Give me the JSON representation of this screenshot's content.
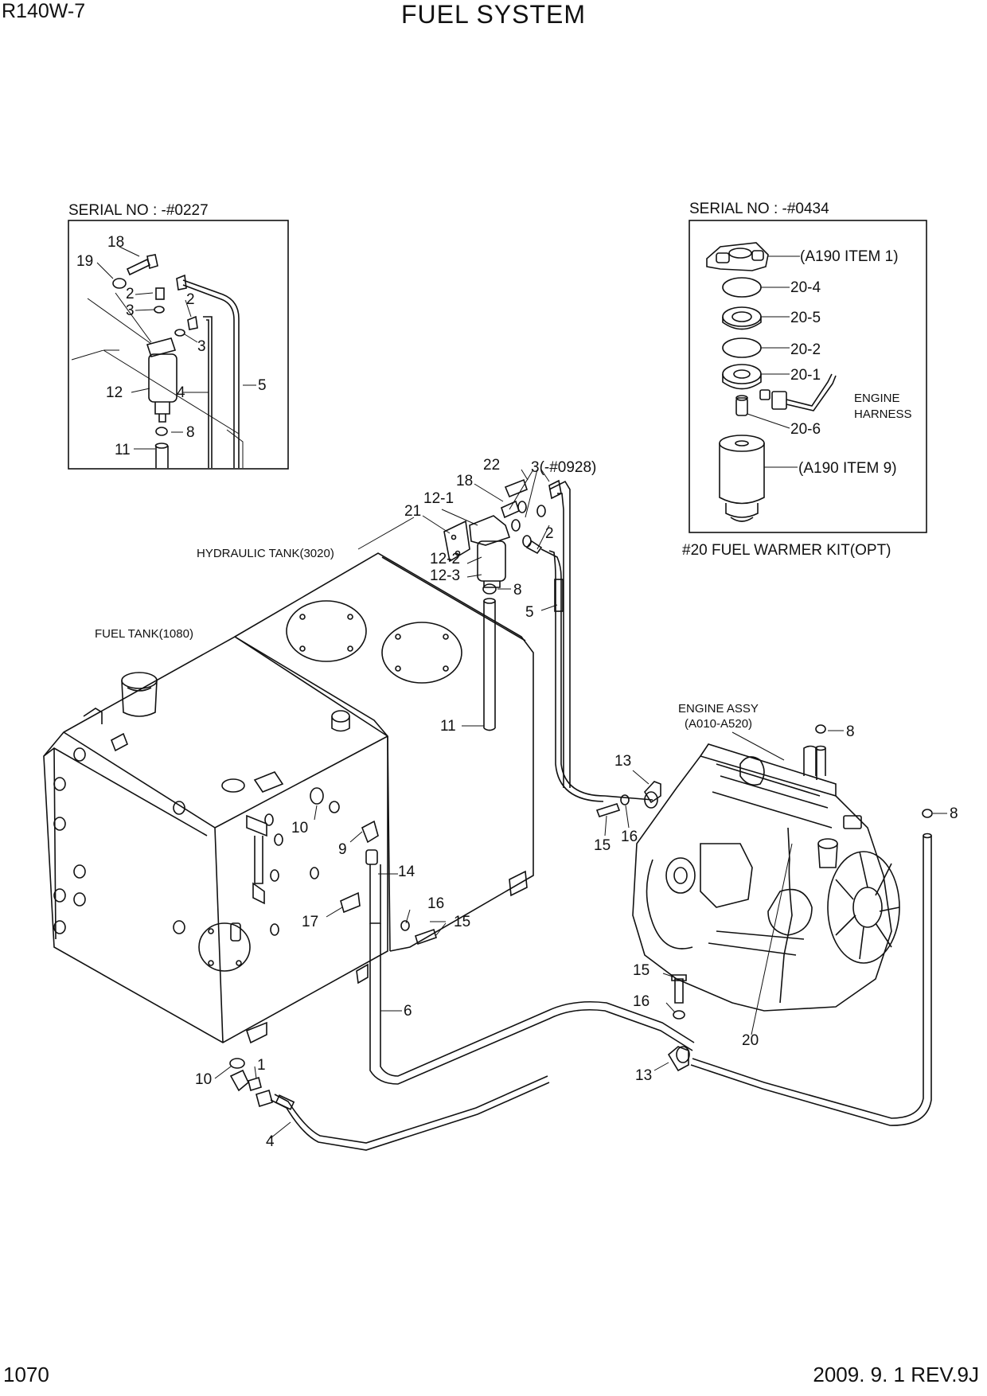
{
  "header": {
    "model": "R140W-7",
    "title": "FUEL SYSTEM"
  },
  "footer": {
    "page_number": "1070",
    "date_revision": "2009. 9. 1  REV.9J"
  },
  "insets": {
    "left": {
      "serial_caption": "SERIAL NO : -#0227"
    },
    "right": {
      "serial_caption": "SERIAL NO : -#0434",
      "kit_caption": "#20 FUEL WARMER KIT(OPT)",
      "engine_harness_1": "ENGINE",
      "engine_harness_2": "HARNESS"
    }
  },
  "components": {
    "hydraulic_tank": "HYDRAULIC TANK(3020)",
    "fuel_tank": "FUEL TANK(1080)",
    "engine_assy_1": "ENGINE ASSY",
    "engine_assy_2": "(A010-A520)"
  },
  "callouts": {
    "l18": "18",
    "l19": "19",
    "l2a": "2",
    "l2b": "2",
    "l3a": "3",
    "l3b": "3",
    "l12": "12",
    "l4": "4",
    "l5": "5",
    "l8": "8",
    "l11": "11",
    "r_a190_1": "(A190 ITEM 1)",
    "r_20_4": "20-4",
    "r_20_5": "20-5",
    "r_20_2": "20-2",
    "r_20_1": "20-1",
    "r_20_6": "20-6",
    "r_a190_9": "(A190 ITEM 9)",
    "m22": "22",
    "m3": "3(-#0928)",
    "m18": "18",
    "m12_1": "12-1",
    "m21": "21",
    "m2": "2",
    "m12_2": "12-2",
    "m12_3": "12-3",
    "m8a": "8",
    "m5": "5",
    "m11": "11",
    "m13a": "13",
    "m15a": "15",
    "m16a": "16",
    "m8b": "8",
    "m8c": "8",
    "m10a": "10",
    "m9": "9",
    "m14": "14",
    "m17": "17",
    "m16b": "16",
    "m15b": "15",
    "m6": "6",
    "m15c": "15",
    "m16c": "16",
    "m20": "20",
    "m13b": "13",
    "m10b": "10",
    "m1": "1",
    "m4": "4"
  }
}
